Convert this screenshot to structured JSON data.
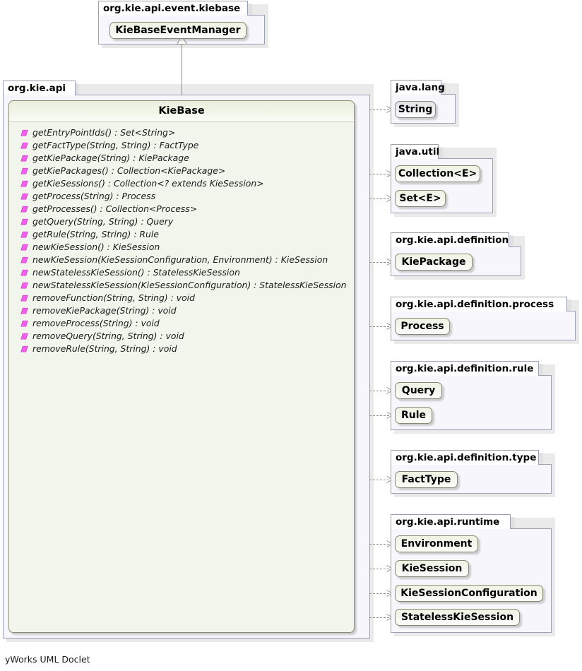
{
  "diagram": {
    "footer": "yWorks UML Doclet",
    "method_icon": "method-diamond-icon",
    "generalization_icon": "generalization-triangle-icon",
    "dependency_icon": "dependency-arrow-icon",
    "colors": {
      "interface_fill": "#f1f5e8",
      "class_fill": "#eeeef1",
      "package_fill": "#f6f6fc",
      "border": "#8a8a72",
      "package_border": "#9aa0b4",
      "connector": "#8b8b8b",
      "method_icon": "#f45ff0",
      "background": "#ffffff"
    }
  },
  "packages": [
    {
      "name": "org.kie.api.event.kiebase",
      "types": [
        {
          "name": "KieBaseEventManager",
          "kind": "interface"
        }
      ]
    },
    {
      "name": "org.kie.api",
      "types": [
        {
          "name": "KieBase",
          "kind": "interface"
        }
      ]
    },
    {
      "name": "java.lang",
      "types": [
        {
          "name": "String",
          "kind": "class"
        }
      ]
    },
    {
      "name": "java.util",
      "types": [
        {
          "name": "Collection<E>",
          "kind": "interface"
        },
        {
          "name": "Set<E>",
          "kind": "interface"
        }
      ]
    },
    {
      "name": "org.kie.api.definition",
      "types": [
        {
          "name": "KiePackage",
          "kind": "interface"
        }
      ]
    },
    {
      "name": "org.kie.api.definition.process",
      "types": [
        {
          "name": "Process",
          "kind": "interface"
        }
      ]
    },
    {
      "name": "org.kie.api.definition.rule",
      "types": [
        {
          "name": "Query",
          "kind": "interface"
        },
        {
          "name": "Rule",
          "kind": "interface"
        }
      ]
    },
    {
      "name": "org.kie.api.definition.type",
      "types": [
        {
          "name": "FactType",
          "kind": "interface"
        }
      ]
    },
    {
      "name": "org.kie.api.runtime",
      "types": [
        {
          "name": "Environment",
          "kind": "interface"
        },
        {
          "name": "KieSession",
          "kind": "interface"
        },
        {
          "name": "KieSessionConfiguration",
          "kind": "interface"
        },
        {
          "name": "StatelessKieSession",
          "kind": "interface"
        }
      ]
    }
  ],
  "main_class": {
    "name": "KieBase",
    "package": "org.kie.api",
    "stereotype": "interface",
    "methods": [
      "getEntryPointIds() : Set<String>",
      "getFactType(String, String) : FactType",
      "getKiePackage(String) : KiePackage",
      "getKiePackages() : Collection<KiePackage>",
      "getKieSessions() : Collection<? extends KieSession>",
      "getProcess(String) : Process",
      "getProcesses() : Collection<Process>",
      "getQuery(String, String) : Query",
      "getRule(String, String) : Rule",
      "newKieSession() : KieSession",
      "newKieSession(KieSessionConfiguration, Environment) : KieSession",
      "newStatelessKieSession() : StatelessKieSession",
      "newStatelessKieSession(KieSessionConfiguration) : StatelessKieSession",
      "removeFunction(String, String) : void",
      "removeKiePackage(String) : void",
      "removeProcess(String) : void",
      "removeQuery(String, String) : void",
      "removeRule(String, String) : void"
    ]
  },
  "relations": {
    "generalization": [
      {
        "from": "KieBase",
        "to": "KieBaseEventManager"
      }
    ],
    "dependencies": [
      {
        "from": "KieBase",
        "to": "String"
      },
      {
        "from": "KieBase",
        "to": "Collection<E>"
      },
      {
        "from": "KieBase",
        "to": "Set<E>"
      },
      {
        "from": "KieBase",
        "to": "KiePackage"
      },
      {
        "from": "KieBase",
        "to": "Process"
      },
      {
        "from": "KieBase",
        "to": "Query"
      },
      {
        "from": "KieBase",
        "to": "Rule"
      },
      {
        "from": "KieBase",
        "to": "FactType"
      },
      {
        "from": "KieBase",
        "to": "Environment"
      },
      {
        "from": "KieBase",
        "to": "KieSession"
      },
      {
        "from": "KieBase",
        "to": "KieSessionConfiguration"
      },
      {
        "from": "KieBase",
        "to": "StatelessKieSession"
      }
    ]
  }
}
